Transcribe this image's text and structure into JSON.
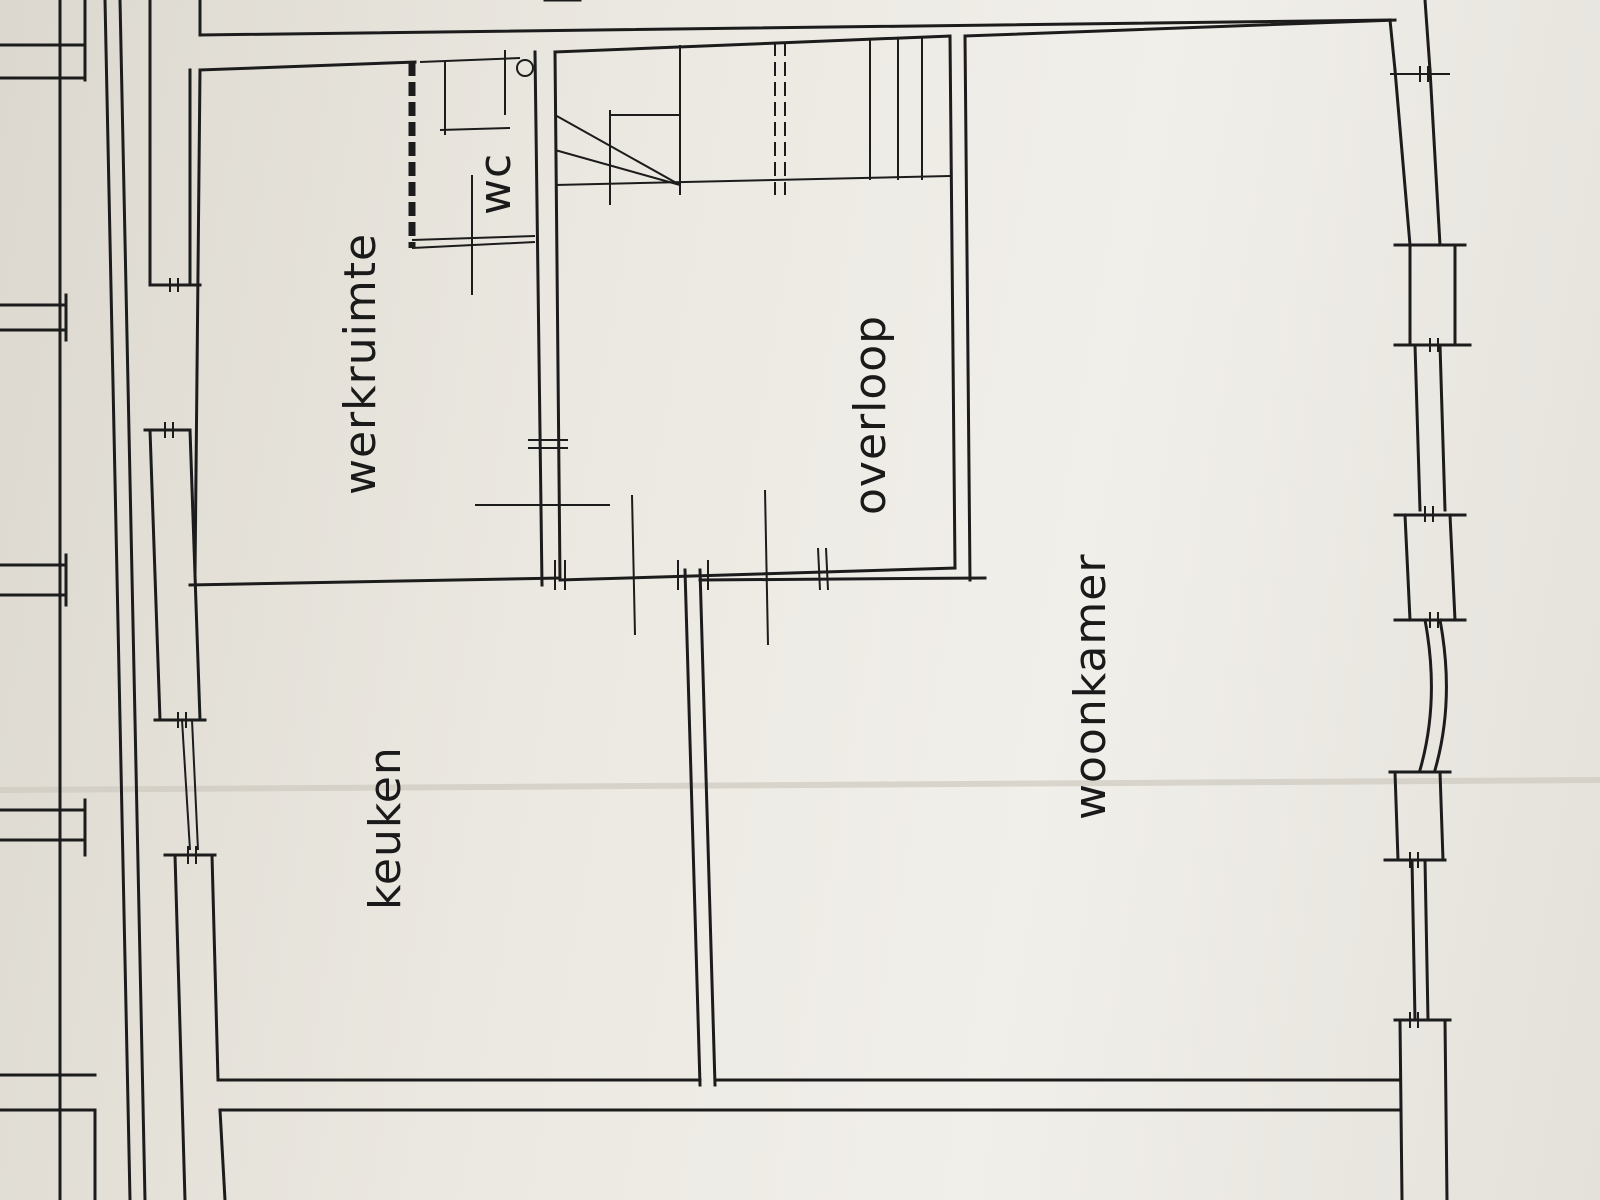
{
  "rooms": {
    "werkruimte": "werkruimte",
    "wc": "wc",
    "overloop": "overloop",
    "keuken": "keuken",
    "woonkamer": "woonkamer"
  },
  "colors": {
    "paper": "#ebe8e1",
    "ink": "#1c1c1c"
  }
}
